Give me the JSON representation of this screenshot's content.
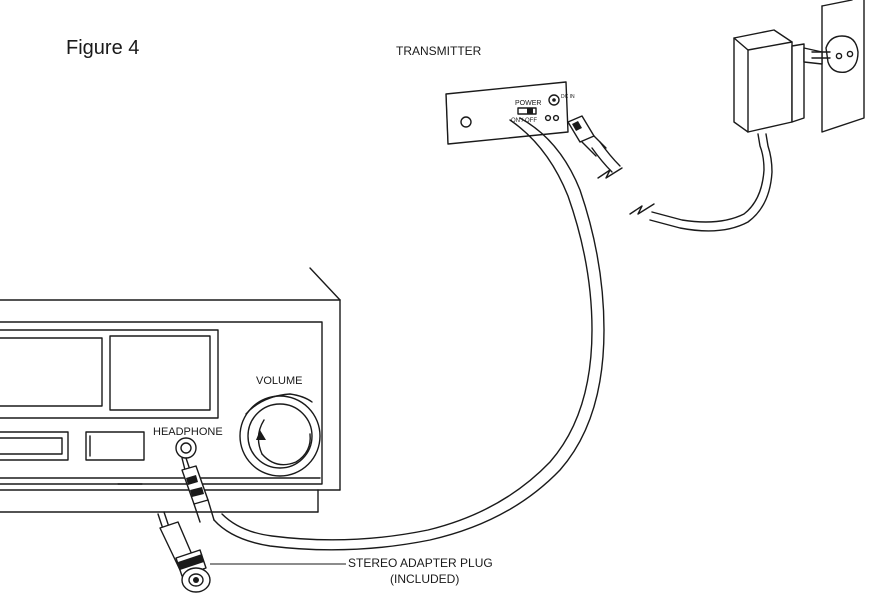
{
  "figure": {
    "title": "Figure 4"
  },
  "labels": {
    "transmitter": "TRANSMITTER",
    "power": "POWER",
    "on_off": "ON / OFF",
    "dc_in": "DC IN",
    "volume": "VOLUME",
    "headphone": "HEADPHONE",
    "adapter_line1": "STEREO ADAPTER PLUG",
    "adapter_line2": "(INCLUDED)"
  },
  "colors": {
    "ink": "#1a1a1a",
    "paper": "#ffffff"
  }
}
